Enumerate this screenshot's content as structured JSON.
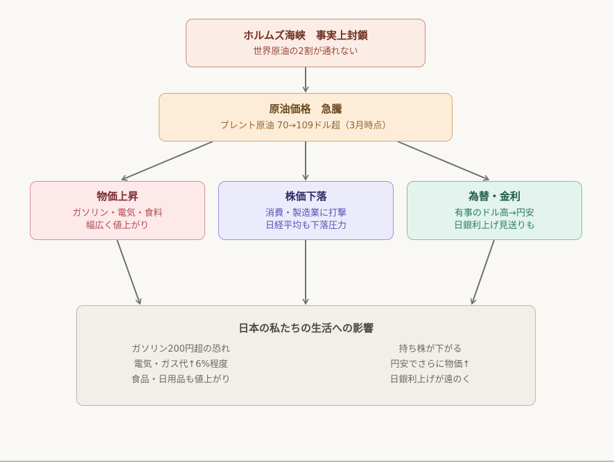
{
  "nodes": {
    "hormuz": {
      "title": "ホルムズ海峡　事実上封鎖",
      "sub": "世界原油の2割が通れない"
    },
    "oil": {
      "title": "原油価格　急騰",
      "sub": "ブレント原油 70→109ドル超（3月時点）"
    },
    "price": {
      "title": "物価上昇",
      "lines": [
        "ガソリン・電気・食料",
        "幅広く値上がり"
      ]
    },
    "stock": {
      "title": "株価下落",
      "lines": [
        "消費・製造業に打撃",
        "日経平均も下落圧力"
      ]
    },
    "fx": {
      "title": "為替・金利",
      "lines": [
        "有事のドル高→円安",
        "日銀利上げ見送りも"
      ]
    },
    "impact": {
      "title": "日本の私たちの生活への影響",
      "left": [
        "ガソリン200円超の恐れ",
        "電気・ガス代↑6%程度",
        "食品・日用品も値上がり"
      ],
      "right": [
        "持ち株が下がる",
        "円安でさらに物価↑",
        "日銀利上げが遠のく"
      ]
    }
  },
  "edges": [
    {
      "from": "hormuz",
      "to": "oil"
    },
    {
      "from": "oil",
      "to": "price"
    },
    {
      "from": "oil",
      "to": "stock"
    },
    {
      "from": "oil",
      "to": "fx"
    },
    {
      "from": "price",
      "to": "impact"
    },
    {
      "from": "stock",
      "to": "impact"
    },
    {
      "from": "fx",
      "to": "impact"
    }
  ],
  "colors": {
    "edge": "#707070",
    "background": "#f9f8f4"
  }
}
